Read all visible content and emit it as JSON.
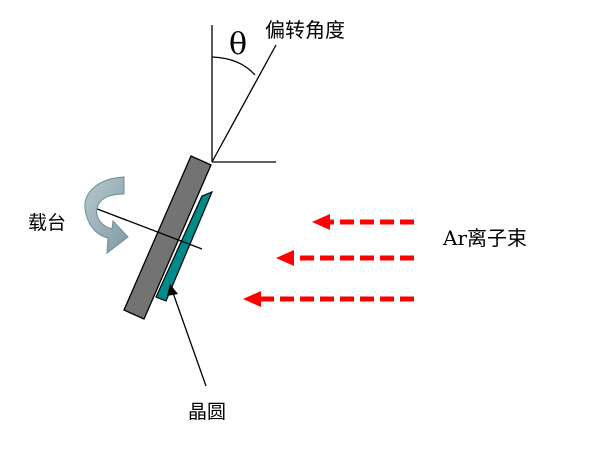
{
  "labels": {
    "theta": "θ",
    "tilt_angle": "偏转角度",
    "stage": "载台",
    "wafer": "晶圆",
    "ion_beam": "Ar离子束"
  },
  "colors": {
    "stage": "#737373",
    "wafer": "#008B8B",
    "beam_arrow": "#FF0000",
    "rotation_arrow": "#9CB4BC",
    "line": "#000000"
  },
  "beam_arrows": [
    {
      "index": 1
    },
    {
      "index": 2
    },
    {
      "index": 3
    }
  ]
}
